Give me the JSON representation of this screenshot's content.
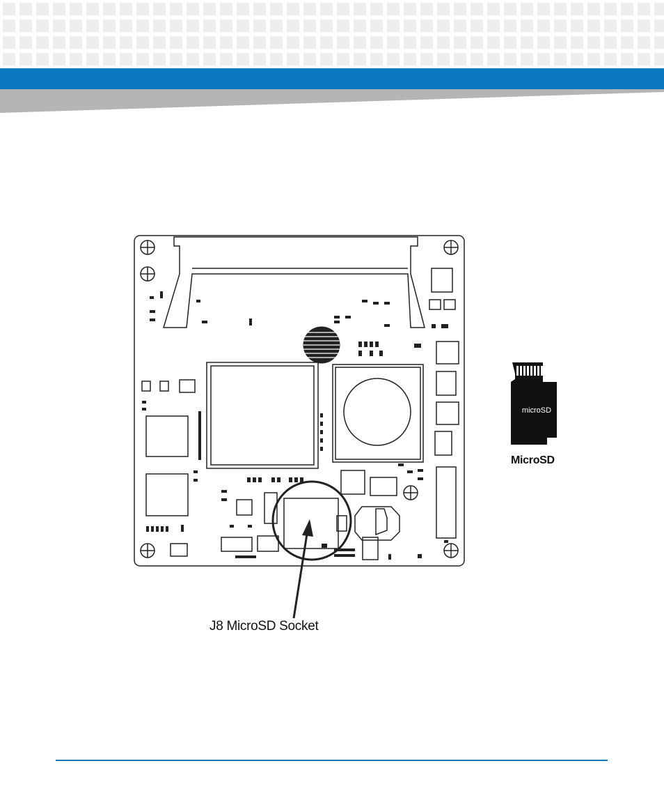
{
  "header": {
    "band_color": "#0b79c1",
    "swoosh_color": "#b5b5b5",
    "pattern_color": "#eeeeee"
  },
  "figure": {
    "board_icon": "carrier-board-top-view",
    "sd_card_icon": "microsd-card-icon",
    "sd_card_text": "microSD",
    "sd_card_caption": "MicroSD",
    "socket_callout": "J8 MicroSD Socket"
  },
  "footer": {
    "rule_color": "#1c79b9"
  }
}
